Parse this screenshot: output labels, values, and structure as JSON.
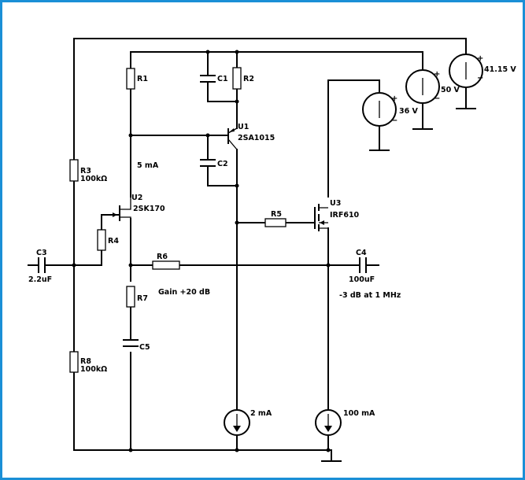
{
  "components": {
    "R1": {
      "ref": "R1"
    },
    "R2": {
      "ref": "R2"
    },
    "R3": {
      "ref": "R3",
      "value": "100kΩ"
    },
    "R4": {
      "ref": "R4"
    },
    "R5": {
      "ref": "R5"
    },
    "R6": {
      "ref": "R6"
    },
    "R7": {
      "ref": "R7"
    },
    "R8": {
      "ref": "R8",
      "value": "100kΩ"
    },
    "C1": {
      "ref": "C1"
    },
    "C2": {
      "ref": "C2"
    },
    "C3": {
      "ref": "C3",
      "value": "2.2uF"
    },
    "C4": {
      "ref": "C4",
      "value": "100uF"
    },
    "C5": {
      "ref": "C5"
    },
    "U1": {
      "ref": "U1",
      "part": "2SA1015"
    },
    "U2": {
      "ref": "U2",
      "part": "2SK170"
    },
    "U3": {
      "ref": "U3",
      "part": "IRF610"
    }
  },
  "sources": {
    "v1": "41.15 V",
    "v2": "50 V",
    "v3": "36 V",
    "i1": "2 mA",
    "i2": "100 mA",
    "plus": "+",
    "minus": "−"
  },
  "annotations": {
    "bias_current": "5 mA",
    "gain": "Gain +20 dB",
    "bandwidth": "-3 dB at 1 MHz"
  }
}
